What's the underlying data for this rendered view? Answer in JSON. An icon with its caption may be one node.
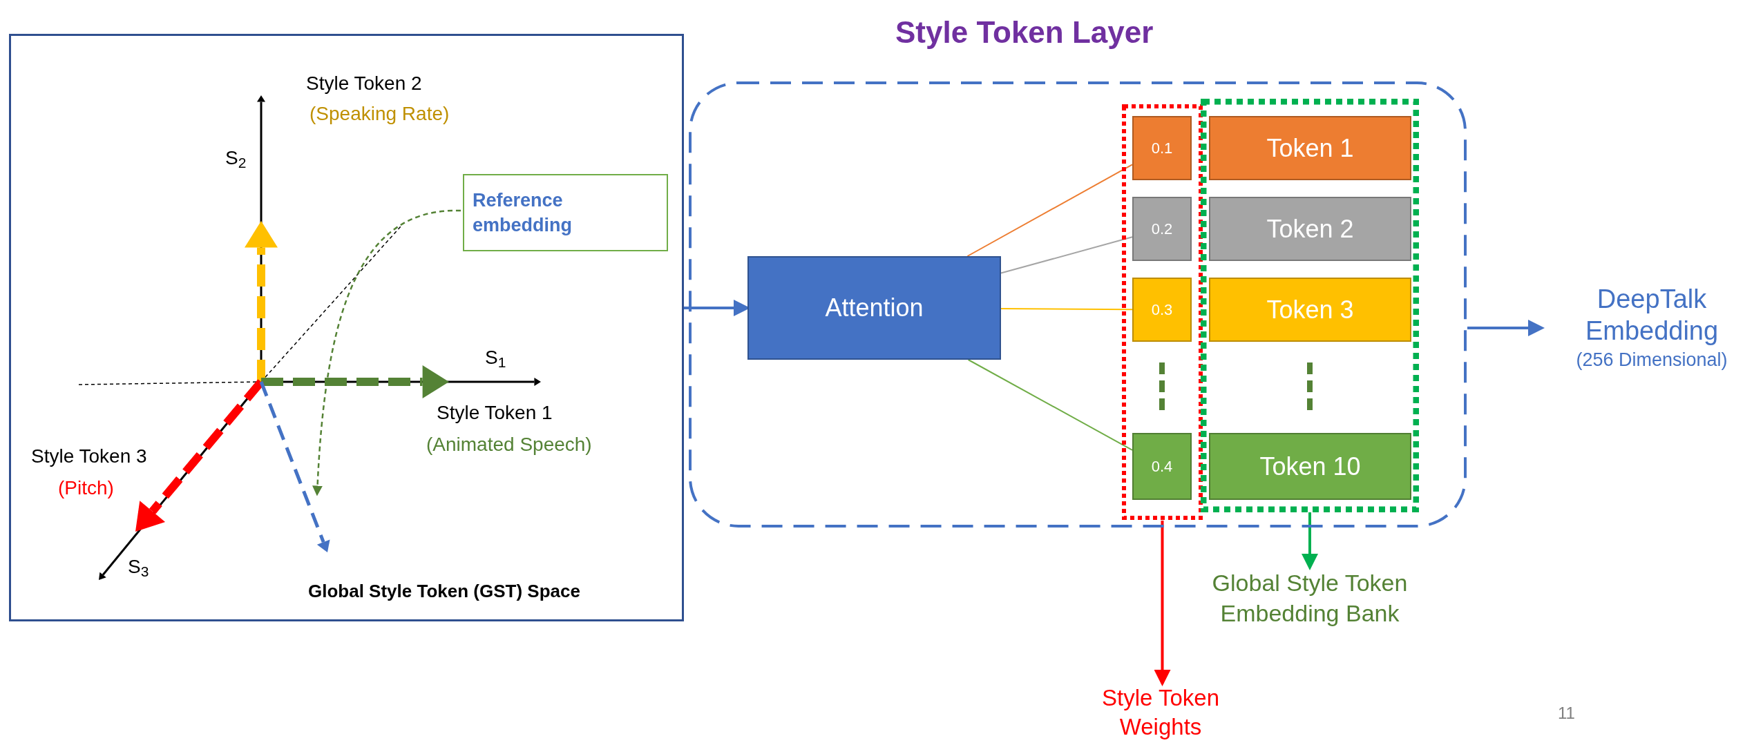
{
  "diagram": {
    "nodes": [
      {
        "text": [
          "Global Style Token (GST) Space"
        ]
      },
      {
        "text": [
          "Reference embedding"
        ],
        "in": 0
      },
      {
        "text": [
          "Style Token Layer"
        ]
      },
      {
        "text": [
          "Attention"
        ],
        "in": 2
      },
      {
        "text": [],
        "shape": "box",
        "in": 2
      },
      {
        "text": [
          "0.1"
        ],
        "in": 4
      },
      {
        "text": [
          "0.2"
        ],
        "in": 4
      },
      {
        "text": [
          "0.3"
        ],
        "in": 4
      },
      {
        "text": [
          "0.4"
        ],
        "in": 4
      },
      {
        "text": [],
        "shape": "box",
        "in": 2
      },
      {
        "text": [
          "Token 1"
        ],
        "in": 9
      },
      {
        "text": [
          "Token 2"
        ],
        "in": 9
      },
      {
        "text": [
          "Token 3"
        ],
        "in": 9
      },
      {
        "text": [
          "Token 10"
        ],
        "in": 9
      },
      {
        "text": [
          "DeepTalk Embedding",
          "(256 Dimensional)"
        ]
      },
      {
        "text": [
          "Style Token Weights"
        ]
      },
      {
        "text": [
          "Global Style Token Embedding Bank"
        ]
      }
    ],
    "edges": [
      {
        "from": 0,
        "to": 3,
        "arrow": "to"
      },
      {
        "from": 1,
        "to": null,
        "arrow": "to",
        "style": "dashed",
        "color": "#548235"
      },
      {
        "from": 3,
        "to": 5,
        "arrow": "none",
        "color": "#ed7d31"
      },
      {
        "from": 3,
        "to": 6,
        "arrow": "none",
        "color": "#a5a5a5"
      },
      {
        "from": 3,
        "to": 7,
        "arrow": "none",
        "color": "#ffc000"
      },
      {
        "from": 3,
        "to": 8,
        "arrow": "none",
        "color": "#70ad47"
      },
      {
        "from": 2,
        "to": 14,
        "arrow": "to"
      },
      {
        "from": 4,
        "to": 15,
        "arrow": "to",
        "color": "#ff0000"
      },
      {
        "from": 9,
        "to": 16,
        "arrow": "to",
        "color": "#00b050"
      }
    ],
    "labels": [
      "Style Token 2",
      "(Speaking Rate)",
      "S$_{2}$",
      "S$_{1}$",
      "Style Token 1",
      "(Animated Speech)",
      "Style Token 3",
      "(Pitch)",
      "S$_{3}$",
      "11"
    ]
  }
}
